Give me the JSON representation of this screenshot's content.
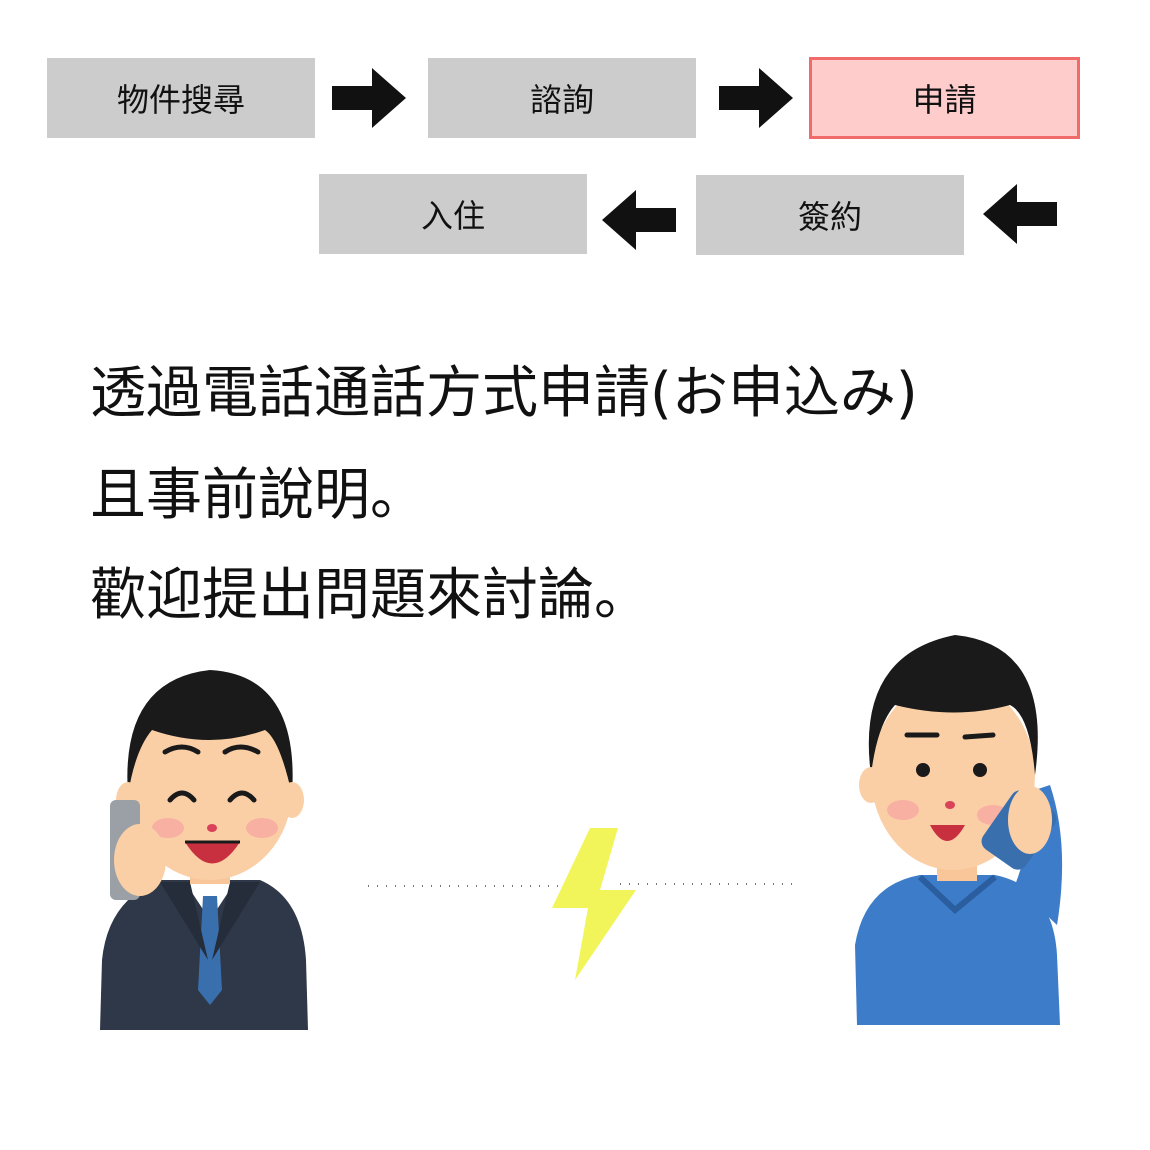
{
  "flow": {
    "steps": [
      {
        "label": "物件搜尋",
        "state": "normal"
      },
      {
        "label": "諮詢",
        "state": "normal"
      },
      {
        "label": "申請",
        "state": "current"
      },
      {
        "label": "簽約",
        "state": "normal"
      },
      {
        "label": "入住",
        "state": "normal"
      }
    ]
  },
  "message": {
    "line1": "透過電話通話方式申請(お申込み)",
    "line2": "且事前說明。",
    "line3": "歡迎提出問題來討論。"
  },
  "colors": {
    "step_bg": "#cccccc",
    "current_bg": "#ffcccc",
    "current_border": "#f26b6b",
    "lightning": "#f2f55a",
    "suit": "#2e3848",
    "sweater": "#3d7cc9"
  },
  "illustration": {
    "left_person": "businessman-on-phone",
    "right_person": "man-on-smartphone",
    "connection": "lightning-bolt"
  }
}
